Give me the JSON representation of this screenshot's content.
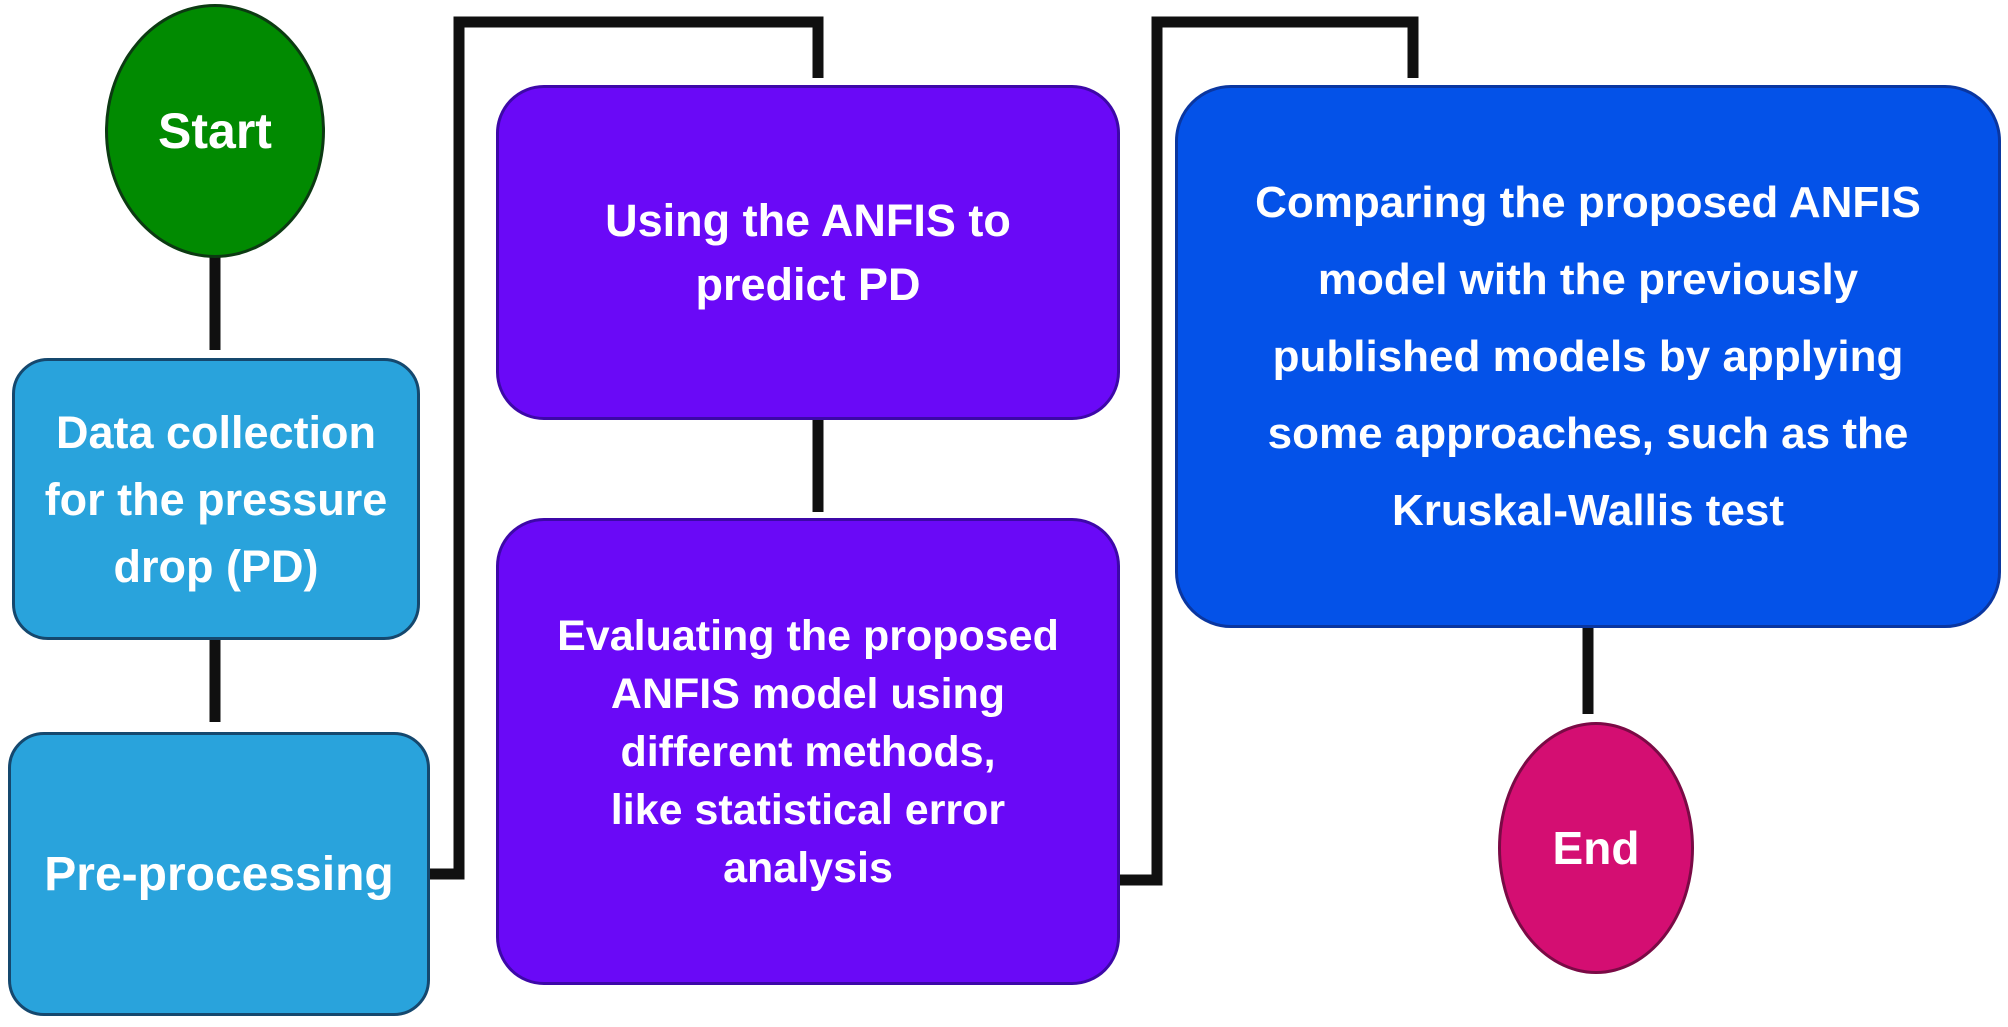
{
  "colors": {
    "start_fill": "#018a01",
    "process_fill": "#29a3dc",
    "anfis_fill": "#6a09f7",
    "compare_fill": "#0452e8",
    "end_fill": "#d40e72",
    "text": "#ffffff",
    "connector": "#101010"
  },
  "nodes": {
    "start": {
      "shape": "ellipse",
      "label": "Start"
    },
    "data_collection": {
      "shape": "rounded-rect",
      "label": "Data collection\nfor the pressure\ndrop (PD)"
    },
    "pre_processing": {
      "shape": "rounded-rect",
      "label": "Pre-processing"
    },
    "anfis_predict": {
      "shape": "rounded-rect",
      "label": "Using the ANFIS to\npredict PD"
    },
    "anfis_evaluate": {
      "shape": "rounded-rect",
      "label": "Evaluating the proposed\nANFIS model using\ndifferent methods,\nlike statistical error\nanalysis"
    },
    "compare_models": {
      "shape": "rounded-rect",
      "label": "Comparing the proposed ANFIS\nmodel with the previously\npublished models by applying\nsome approaches, such as the\nKruskal-Wallis test"
    },
    "end": {
      "shape": "ellipse",
      "label": "End"
    }
  },
  "edges": [
    {
      "from": "start",
      "to": "data_collection",
      "style": "straight-down-arrow"
    },
    {
      "from": "data_collection",
      "to": "pre_processing",
      "style": "straight-down-arrow"
    },
    {
      "from": "pre_processing",
      "to": "anfis_predict",
      "style": "elbow-right-up-right-down-arrow"
    },
    {
      "from": "anfis_predict",
      "to": "anfis_evaluate",
      "style": "straight-down-arrow"
    },
    {
      "from": "anfis_evaluate",
      "to": "compare_models",
      "style": "elbow-right-up-right-down-arrow"
    },
    {
      "from": "compare_models",
      "to": "end",
      "style": "straight-down-arrow"
    }
  ]
}
